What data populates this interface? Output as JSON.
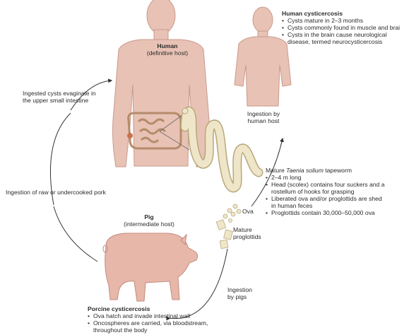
{
  "human": {
    "title": "Human",
    "subtitle": "(definitive host)"
  },
  "human_cysticercosis": {
    "title": "Human cysticercosis",
    "bullets": [
      "Cysts mature in 2–3 months",
      "Cysts commonly found in muscle and brai",
      "Cysts in the brain cause neurological",
      "disease, termed neurocysticercosis"
    ]
  },
  "ingestion_human": [
    "Ingestion by",
    "human host"
  ],
  "evaginate": [
    "Ingested cysts evaginate in",
    "the upper small intestine"
  ],
  "raw_pork": "Ingestion of raw or undercooked pork",
  "tapeworm": {
    "title_prefix": "Mature ",
    "title_italic": "Taenia solium",
    "title_suffix": " tapeworm",
    "bullets": [
      [
        "2–4 m long"
      ],
      [
        "Head (scolex) contains four suckers and a",
        "rostellum of hooks for grasping"
      ],
      [
        "Liberated ova and/or proglottids are shed",
        "in human feces"
      ],
      [
        "Proglottids contain 30,000–50,000 ova"
      ]
    ]
  },
  "ova": "Ova",
  "proglottids": [
    "Mature",
    "proglottids"
  ],
  "pig": {
    "title": "Pig",
    "subtitle": "(intermediate host)"
  },
  "ingestion_pigs": [
    "Ingestion",
    "by pigs"
  ],
  "porcine": {
    "title": "Porcine cysticercosis",
    "bullets": [
      "Ova hatch and invade intestinal wall",
      "Oncospheres are carried, via bloodstream,",
      "throughout the body"
    ]
  },
  "colors": {
    "skin": "#e8c2b5",
    "skin_edge": "#c99a8c",
    "worm": "#efe6c9",
    "worm_edge": "#b8a87c",
    "pig": "#e7b7aa",
    "text": "#2b2b2b"
  }
}
